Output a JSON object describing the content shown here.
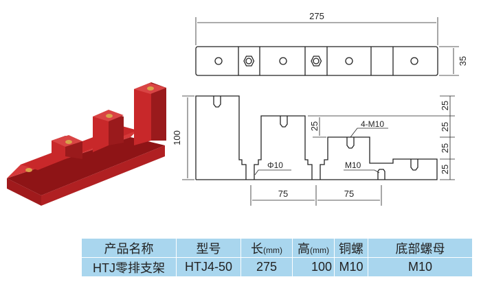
{
  "dimensions": {
    "overall_length": "275",
    "width": "35",
    "height": "100",
    "step_right": [
      "25",
      "25",
      "25",
      "25"
    ],
    "step_inner": "25",
    "pitch_1": "75",
    "pitch_2": "75",
    "thread_label": "4-M10",
    "hole_label": "Φ10",
    "bottom_thread_label": "M10"
  },
  "colors": {
    "product": "#c8282a",
    "table_bg": "#a9d6ee"
  },
  "table": {
    "headers": [
      "产品名称",
      "型号",
      "长",
      "(mm)",
      "高",
      "(mm)",
      "铜螺",
      "底部螺母"
    ],
    "row": [
      "HTJ零排支架",
      "HTJ4-50",
      "275",
      "100",
      "M10",
      "M10"
    ]
  }
}
